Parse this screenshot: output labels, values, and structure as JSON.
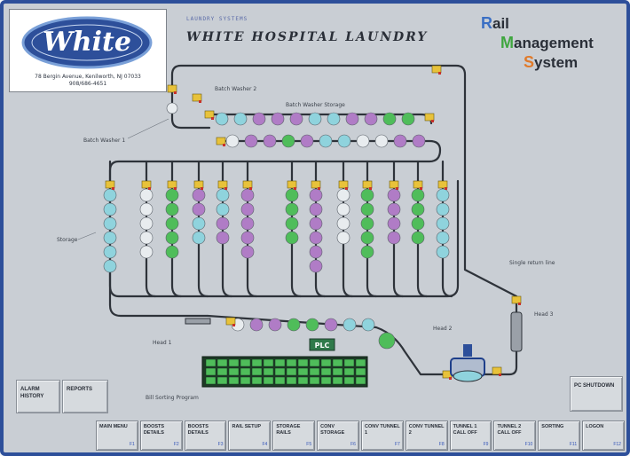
{
  "logo": {
    "brand": "White",
    "address_line1": "78 Bergin Avenue, Kenilworth, NJ 07033",
    "address_line2": "908/686-4651"
  },
  "header": {
    "subtitle": "LAUNDRY SYSTEMS",
    "title": "WHITE HOSPITAL LAUNDRY"
  },
  "system_name": {
    "w1_initial": "R",
    "w1_rest": "ail",
    "w2_initial": "M",
    "w2_rest": "anagement",
    "w3_initial": "S",
    "w3_rest": "ystem",
    "colors": {
      "r": "#3a6fc4",
      "m": "#3fa63f",
      "s": "#e07a2a"
    }
  },
  "labels": {
    "batch_washer_1": "Batch Washer 1",
    "batch_washer_2": "Batch Washer 2",
    "batch_washer_storage": "Batch Washer Storage",
    "storage": "Storage",
    "single_return_line": "Single return line",
    "head_1": "Head 1",
    "head_2": "Head 2",
    "head_3": "Head 3",
    "sorting_program": "Bill Sorting Program",
    "plc": "PLC"
  },
  "bag_colors": {
    "cyan": "#8fd3dd",
    "purple": "#b07cc6",
    "green": "#4fbd5a",
    "white": "#e8ecef",
    "yellow": "#e8c23a"
  },
  "buttons": {
    "alarm_history": "ALARM HISTORY",
    "reports": "REPORTS",
    "pc_shutdown": "PC SHUTDOWN"
  },
  "function_keys": [
    {
      "label": "MAIN MENU",
      "key": "F1"
    },
    {
      "label": "BOOSTS DETAILS",
      "key": "F2"
    },
    {
      "label": "BOOSTS DETAILS",
      "key": "F3"
    },
    {
      "label": "RAIL SETUP",
      "key": "F4"
    },
    {
      "label": "STORAGE RAILS",
      "key": "F5"
    },
    {
      "label": "CONV STORAGE",
      "key": "F6"
    },
    {
      "label": "CONV TUNNEL 1",
      "key": "F7"
    },
    {
      "label": "CONV TUNNEL 2",
      "key": "F8"
    },
    {
      "label": "TUNNEL 1 CALL OFF",
      "key": "F9"
    },
    {
      "label": "TUNNEL 2 CALL OFF",
      "key": "F10"
    },
    {
      "label": "SORTING",
      "key": "F11"
    },
    {
      "label": "LOGON",
      "key": "F12"
    }
  ]
}
